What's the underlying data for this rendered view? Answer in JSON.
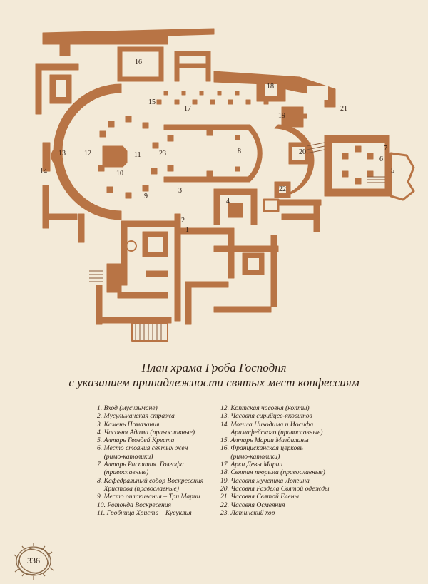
{
  "title": {
    "line1": "План храма Гроба Господня",
    "line2": "с указанием принадлежности святых мест конфессиям"
  },
  "map_labels": [
    "1",
    "2",
    "3",
    "4",
    "5",
    "6",
    "7",
    "8",
    "9",
    "10",
    "11",
    "12",
    "13",
    "14",
    "15",
    "16",
    "17",
    "18",
    "19",
    "20",
    "21",
    "22",
    "23"
  ],
  "legend_left": [
    "1. Вход (мусульмане)",
    "2. Мусульманская стража",
    "3. Камень Помазания",
    "4. Часовня Адама (православные)",
    "5. Алтарь Гвоздей Креста",
    "6. Место стояния святых жен",
    "    (римо-католики)",
    "7. Алтарь Распятия. Голгофа",
    "    (православные)",
    "8. Кафедральный собор Воскресения",
    "    Христова (православные)",
    "9. Место оплакивания – Три Марии",
    "10. Ротонда Воскресения",
    "11. Гробница Христа – Кувуклия"
  ],
  "legend_right": [
    "12. Коптская часовня (копты)",
    "13. Часовня сирийцев-яковитов",
    "14. Могила Никодима и Иосифа",
    "      Аримафейского (православные)",
    "15. Алтарь Марии Магдалины",
    "16. Францисканская церковь",
    "      (римо-католики)",
    "17. Арки Девы Марии",
    "18. Святая тюрьма (православные)",
    "19. Часовня мученика Лонгина",
    "20. Часовня Раздела Святой одежды",
    "21. Часовня Святой Елены",
    "22. Часовня Осмеяния",
    "23. Латинский хор"
  ],
  "page_number": "336",
  "colors": {
    "wall": "#b87445",
    "paper": "#f3ead8",
    "ink": "#2a1a10"
  }
}
